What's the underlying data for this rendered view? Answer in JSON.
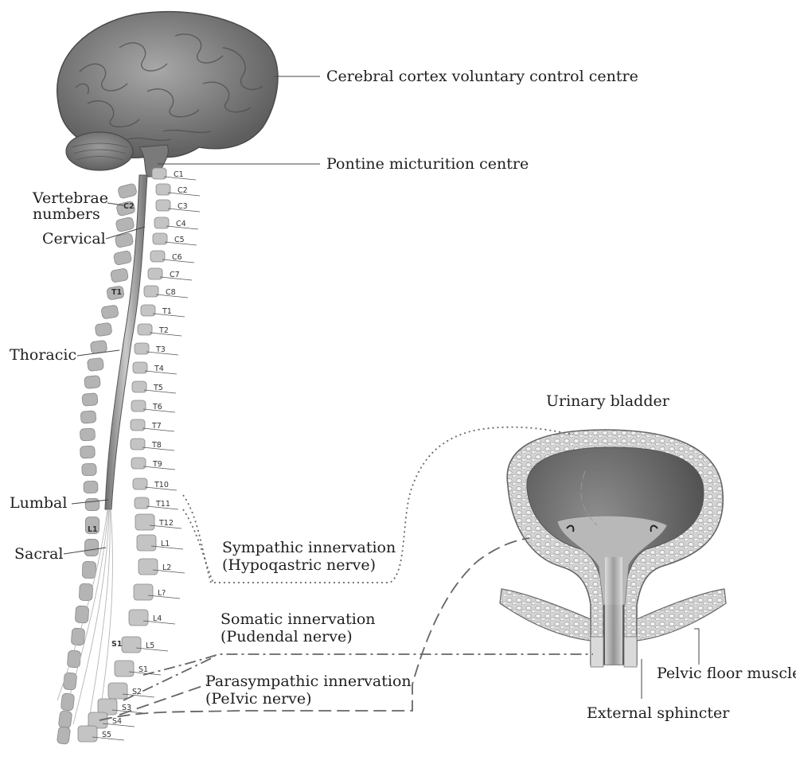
{
  "labels": {
    "cerebral_cortex": "Cerebral cortex voluntary control centre",
    "pontine": "Pontine micturition centre",
    "vertebrae_numbers_line1": "Vertebrae",
    "vertebrae_numbers_line2": "numbers",
    "cervical": "Cervical",
    "thoracic": "Thoracic",
    "lumbal": "Lumbal",
    "sacral": "Sacral",
    "urinary_bladder": "Urinary bladder",
    "sympathetic_line1": "Sympathic innervation",
    "sympathetic_line2": "(Hypoqastric nerve)",
    "somatic_line1": "Somatic innervation",
    "somatic_line2": "(Pudendal nerve)",
    "parasympathetic_line1": "Parasympathic innervation",
    "parasympathetic_line2": "(PeIvic nerve)",
    "pelvic_floor": "Pelvic floor muscle",
    "external_sphincter": "External sphincter"
  },
  "vertebrae_tags": {
    "c2_left": "C2",
    "t1_left": "T1",
    "l1_left": "L1",
    "s1_left": "S1"
  },
  "vertebrae_labels": [
    "C1",
    "C2",
    "C3",
    "C4",
    "C5",
    "C6",
    "C7",
    "C8",
    "T1",
    "T2",
    "T3",
    "T4",
    "T5",
    "T6",
    "T7",
    "T8",
    "T9",
    "T10",
    "T11",
    "T12",
    "L1",
    "L2",
    "L?",
    "L4",
    "L5",
    "S1",
    "S2",
    "S3",
    "S4",
    "S5"
  ],
  "colors": {
    "brain": "#8a8a8a",
    "vertebra": "#b4b4b4",
    "bladder_wall": "#d0d0d0",
    "line": "#444444"
  }
}
